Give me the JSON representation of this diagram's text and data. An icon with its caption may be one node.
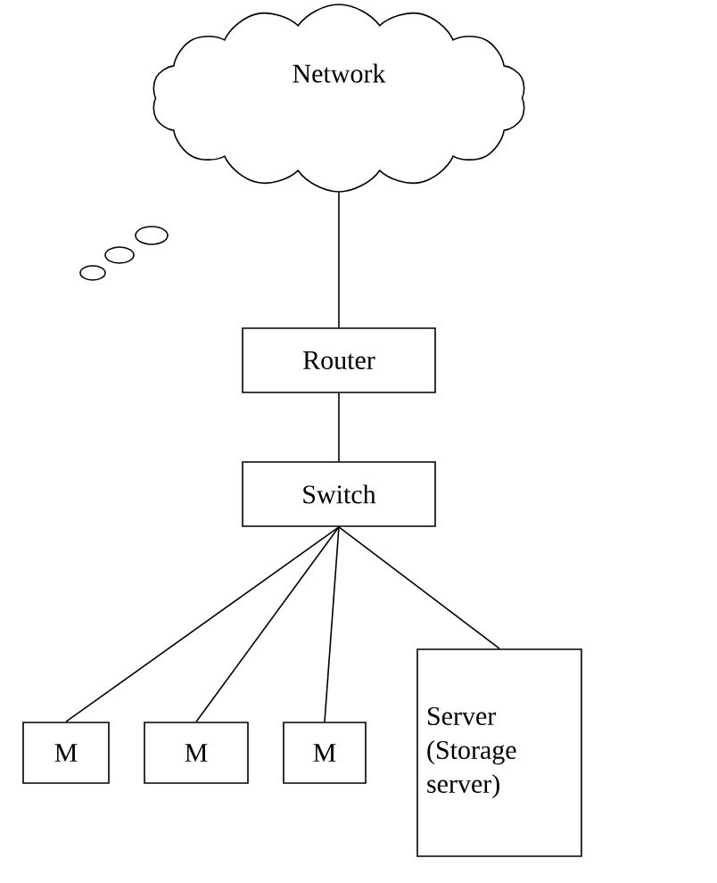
{
  "diagram": {
    "nodes": [
      {
        "text": [
          "Network"
        ]
      },
      {
        "text": [
          "Router"
        ]
      },
      {
        "text": [
          "Switch"
        ]
      },
      {
        "text": [
          "M"
        ]
      },
      {
        "text": [
          "M"
        ]
      },
      {
        "text": [
          "M"
        ]
      },
      {
        "text": [
          "Server (Storage server)"
        ]
      }
    ],
    "edges": [
      {
        "from": 0,
        "to": 1,
        "arrow": "none"
      },
      {
        "from": 1,
        "to": 2,
        "arrow": "none"
      },
      {
        "from": 2,
        "to": 3,
        "arrow": "none"
      },
      {
        "from": 2,
        "to": 4,
        "arrow": "none"
      },
      {
        "from": 2,
        "to": 5,
        "arrow": "none"
      },
      {
        "from": 2,
        "to": 6,
        "arrow": "none"
      }
    ]
  }
}
